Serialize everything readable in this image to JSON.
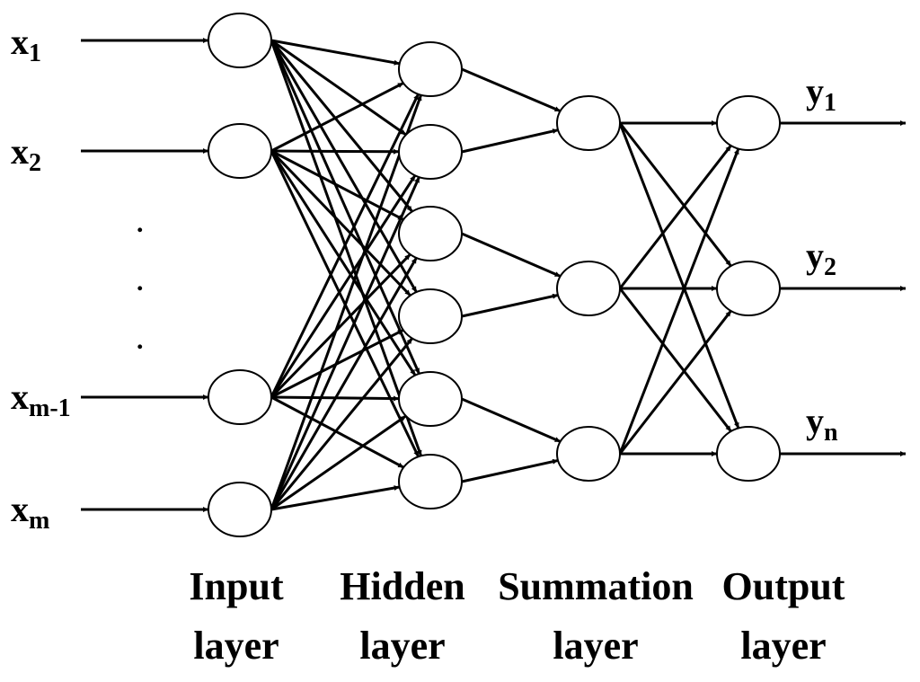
{
  "inputs": [
    {
      "base": "x",
      "sub": "1"
    },
    {
      "base": "x",
      "sub": "2"
    },
    {
      "base": "x",
      "sub": "m-1"
    },
    {
      "base": "x",
      "sub": "m"
    }
  ],
  "outputs": [
    {
      "base": "y",
      "sub": "1"
    },
    {
      "base": "y",
      "sub": "2"
    },
    {
      "base": "y",
      "sub": "n"
    }
  ],
  "ellipsis": ".",
  "layers": [
    {
      "line1": "Input",
      "line2": "layer"
    },
    {
      "line1": "Hidden",
      "line2": "layer"
    },
    {
      "line1": "Summation",
      "line2": "layer"
    },
    {
      "line1": "Output",
      "line2": "layer"
    }
  ],
  "colors": {
    "stroke": "#000000",
    "fill": "#ffffff"
  }
}
